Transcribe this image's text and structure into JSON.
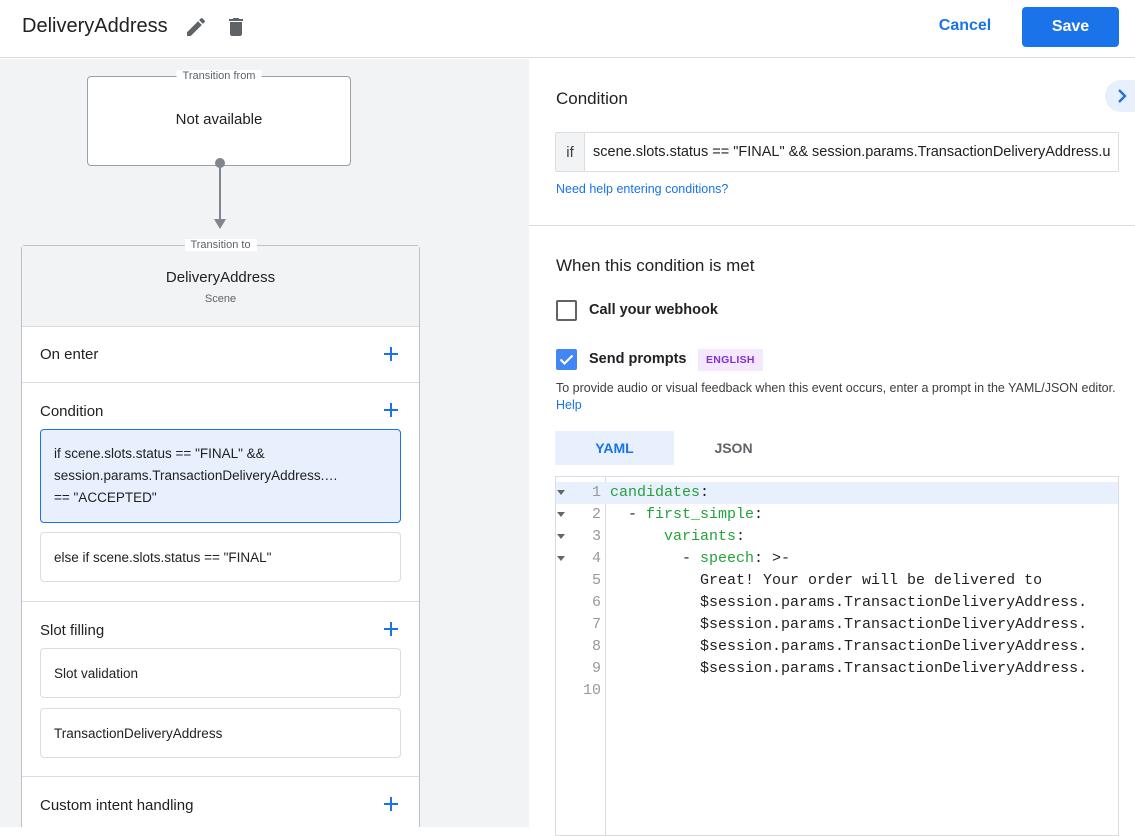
{
  "header": {
    "title": "DeliveryAddress",
    "cancel_label": "Cancel",
    "save_label": "Save",
    "icons": [
      "pencil-icon",
      "trash-icon"
    ]
  },
  "flow": {
    "transition_from_label": "Transition from",
    "transition_from_value": "Not available",
    "transition_to_label": "Transition to",
    "scene_name": "DeliveryAddress",
    "scene_type": "Scene",
    "sections": {
      "on_enter": "On enter",
      "condition": "Condition",
      "slot_filling": "Slot filling",
      "custom_intent": "Custom intent handling"
    },
    "condition_cards": [
      {
        "lines": [
          "if scene.slots.status == \"FINAL\" &&",
          "session.params.TransactionDeliveryAddress.…",
          "== \"ACCEPTED\""
        ]
      },
      {
        "lines": [
          "else if scene.slots.status == \"FINAL\""
        ]
      }
    ],
    "slot_cards": [
      "Slot validation",
      "TransactionDeliveryAddress"
    ]
  },
  "panel": {
    "condition_title": "Condition",
    "if_label": "if",
    "condition_value": "scene.slots.status == \"FINAL\" && session.params.TransactionDeliveryAddress.userDecision == \"ACCEPTED\"",
    "help_link": "Need help entering conditions?",
    "met_title": "When this condition is met",
    "webhook_label": "Call your webhook",
    "webhook_checked": false,
    "prompts_label": "Send prompts",
    "prompts_checked": true,
    "language_badge": "ENGLISH",
    "description": "To provide audio or visual feedback when this event occurs, enter a prompt in the YAML/JSON editor.",
    "description_link": "Help",
    "tabs": [
      "YAML",
      "JSON"
    ],
    "active_tab": "YAML"
  },
  "editor": {
    "lines": [
      {
        "n": "1",
        "fold": true
      },
      {
        "n": "2",
        "fold": true
      },
      {
        "n": "3",
        "fold": true
      },
      {
        "n": "4",
        "fold": true
      },
      {
        "n": "5",
        "text": "          Great! Your order will be delivered to"
      },
      {
        "n": "6",
        "text": "          $session.params.TransactionDeliveryAddress."
      },
      {
        "n": "7",
        "text": "          $session.params.TransactionDeliveryAddress."
      },
      {
        "n": "8",
        "text": "          $session.params.TransactionDeliveryAddress."
      },
      {
        "n": "9",
        "text": "          $session.params.TransactionDeliveryAddress."
      },
      {
        "n": "10",
        "text": ""
      }
    ],
    "keys": {
      "candidates": "candidates",
      "first_simple": "first_simple",
      "variants": "variants",
      "speech": "speech",
      "speech_value": ">-"
    }
  },
  "colors": {
    "accent": "#1a73e8",
    "yaml_key": "#22a33a",
    "badge_bg": "#f3e8fd",
    "badge_fg": "#8430ce"
  }
}
